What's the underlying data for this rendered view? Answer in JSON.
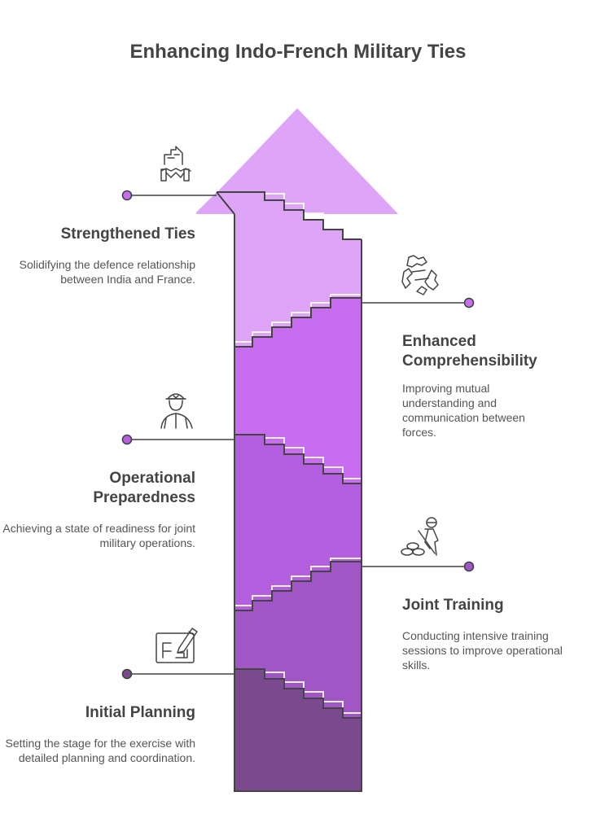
{
  "title": "Enhancing Indo-French Military Ties",
  "stages": [
    {
      "id": "initial-planning",
      "heading": "Initial Planning",
      "description": "Setting the stage for the exercise with detailed planning and coordination.",
      "icon": "blueprint-pencil-icon",
      "color": "#7B4A8E"
    },
    {
      "id": "joint-training",
      "heading": "Joint Training",
      "description": "Conducting intensive training sessions to improve operational skills.",
      "icon": "soldier-sandbags-icon",
      "color": "#A056C5"
    },
    {
      "id": "operational-preparedness",
      "heading": "Operational Preparedness",
      "description": "Achieving a state of readiness for joint military operations.",
      "icon": "soldier-helmet-icon",
      "color": "#B45FE0"
    },
    {
      "id": "enhanced-comprehensibility",
      "heading": "Enhanced Comprehensibility",
      "description": "Improving mutual understanding and communication between forces.",
      "icon": "gear-hands-icon",
      "color": "#C86CF0"
    },
    {
      "id": "strengthened-ties",
      "heading": "Strengthened Ties",
      "description": "Solidifying the defence relationship between India and France.",
      "icon": "handshake-buildings-icon",
      "color": "#DDA4F8"
    }
  ]
}
